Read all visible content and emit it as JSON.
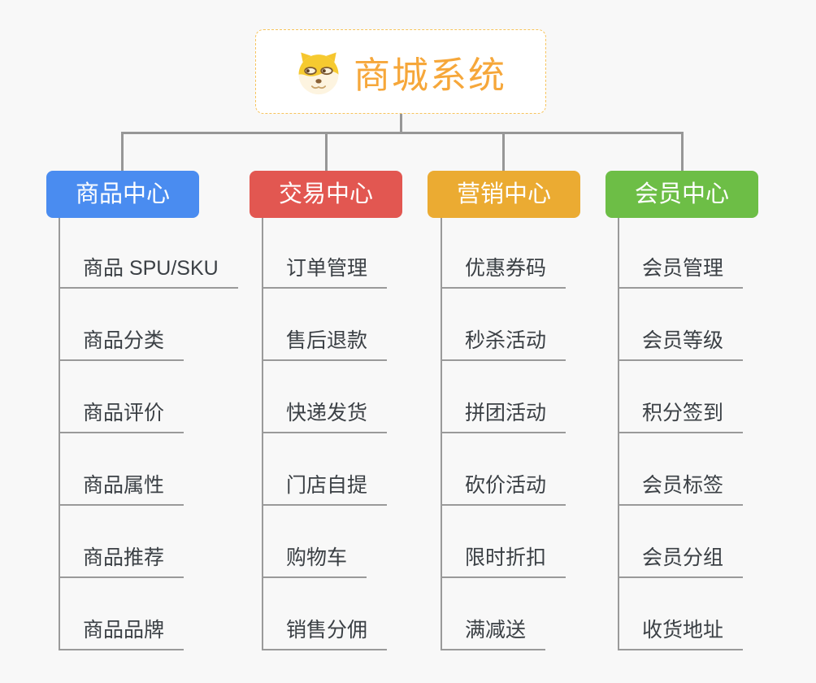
{
  "root": {
    "label": "商城系统",
    "color": "#f6a73a",
    "icon": "doge-icon"
  },
  "connector_color": "#979797",
  "branches": [
    {
      "label": "商品中心",
      "color": "#4a8cf0",
      "items": [
        "商品 SPU/SKU",
        "商品分类",
        "商品评价",
        "商品属性",
        "商品推荐",
        "商品品牌"
      ]
    },
    {
      "label": "交易中心",
      "color": "#e25751",
      "items": [
        "订单管理",
        "售后退款",
        "快递发货",
        "门店自提",
        "购物车",
        "销售分佣"
      ]
    },
    {
      "label": "营销中心",
      "color": "#ebab32",
      "items": [
        "优惠券码",
        "秒杀活动",
        "拼团活动",
        "砍价活动",
        "限时折扣",
        "满减送"
      ]
    },
    {
      "label": "会员中心",
      "color": "#6dbe46",
      "items": [
        "会员管理",
        "会员等级",
        "积分签到",
        "会员标签",
        "会员分组",
        "收货地址"
      ]
    }
  ]
}
